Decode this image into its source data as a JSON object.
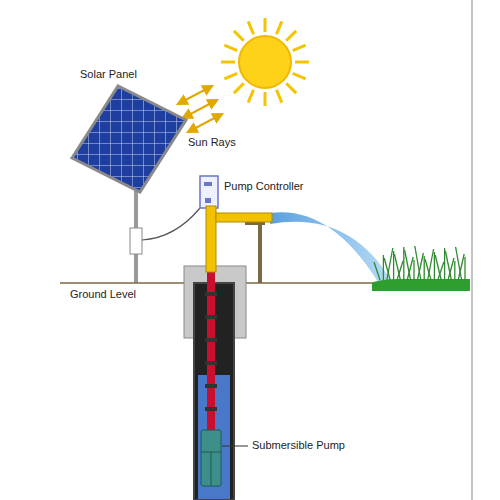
{
  "diagram": {
    "labels": [
      "Solar Panel",
      "Sun Rays",
      "Pump Controller",
      "Ground Level",
      "Submersible Pump"
    ]
  }
}
